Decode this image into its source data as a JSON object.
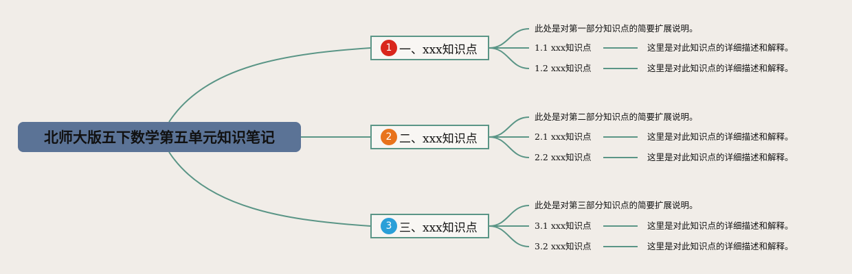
{
  "root": {
    "title": "北师大版五下数学第五单元知识笔记"
  },
  "colors": {
    "background": "#f1ede8",
    "connector": "#5a9586",
    "root_fill": "#5b7396",
    "badge_1": "#d9261c",
    "badge_2": "#e8731c",
    "badge_3": "#2a9fd8"
  },
  "branches": [
    {
      "badge": "1",
      "label": "一、xxx知识点",
      "summary": "此处是对第一部分知识点的简要扩展说明。",
      "items": [
        {
          "label": "1.1 xxx知识点",
          "detail": "这里是对此知识点的详细描述和解释。"
        },
        {
          "label": "1.2 xxx知识点",
          "detail": "这里是对此知识点的详细描述和解释。"
        }
      ]
    },
    {
      "badge": "2",
      "label": "二、xxx知识点",
      "summary": "此处是对第二部分知识点的简要扩展说明。",
      "items": [
        {
          "label": "2.1 xxx知识点",
          "detail": "这里是对此知识点的详细描述和解释。"
        },
        {
          "label": "2.2 xxx知识点",
          "detail": "这里是对此知识点的详细描述和解释。"
        }
      ]
    },
    {
      "badge": "3",
      "label": "三、xxx知识点",
      "summary": "此处是对第三部分知识点的简要扩展说明。",
      "items": [
        {
          "label": "3.1 xxx知识点",
          "detail": "这里是对此知识点的详细描述和解释。"
        },
        {
          "label": "3.2 xxx知识点",
          "detail": "这里是对此知识点的详细描述和解释。"
        }
      ]
    }
  ]
}
